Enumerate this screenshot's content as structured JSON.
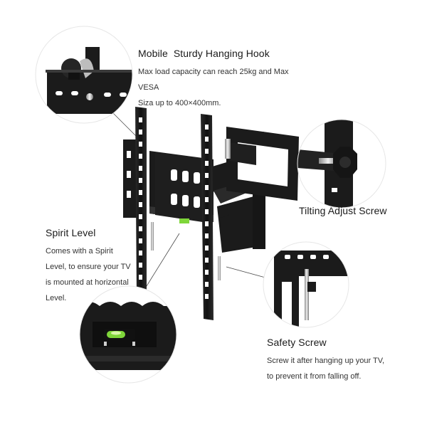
{
  "callouts": {
    "hook": {
      "title": "Mobile  Sturdy Hanging Hook",
      "line1": "Max load capacity can reach 25kg and Max VESA",
      "line2": "Siza up to 400×400mm."
    },
    "tilt": {
      "title": "Tilting Adjust Screw"
    },
    "level": {
      "title": "Spirit Level",
      "line1": "Comes with a Spirit",
      "line2": "Level, to ensure your TV",
      "line3": "is mounted at horizontal",
      "line4": "Level."
    },
    "safety": {
      "title": "Safety Screw",
      "line1": "Screw it after hanging up your TV,",
      "line2": "to prevent it from falling off."
    }
  },
  "colors": {
    "metal": "#1b1b1b",
    "metal_edge": "#3a3a3a",
    "bubble": "#7fd63a",
    "leader": "#4a4a4a"
  }
}
